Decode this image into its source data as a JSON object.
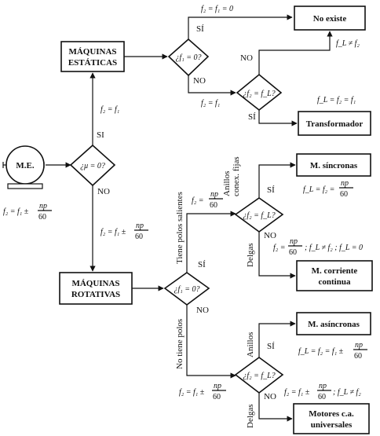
{
  "nodes": {
    "me": "M.E.",
    "maquinas_estaticas": [
      "MÁQUINAS",
      "ESTÁTICAS"
    ],
    "maquinas_rotativas": [
      "MÁQUINAS",
      "ROTATIVAS"
    ],
    "no_existe": "No existe",
    "transformador": "Transformador",
    "m_sincronas": "M. síncronas",
    "m_corriente_continua": [
      "M. corriente",
      "continua"
    ],
    "m_asincronas": "M. asíncronas",
    "motores_ca": [
      "Motores c.a.",
      "universales"
    ]
  },
  "decisions": {
    "mu": "¿μ = 0?",
    "f1_top": "¿f₁ = 0?",
    "f2_fl_top": "¿f₂ = f_L?",
    "f1_bottom": "¿f₁ = 0?",
    "f2_fl_mid": "¿f₂ = f_L?",
    "f2_fl_bottom": "¿f₂ = f_L?"
  },
  "answers": {
    "si": "SÍ",
    "no": "NO",
    "si_up": "SI"
  },
  "equations": {
    "f2_f1_0": "f₂ = f₁ = 0",
    "fl_ne_f2": "f_L ≠ f₂",
    "f2_eq_f1_a": "f₂ = f₁",
    "fl_f2_f1": "f_L = f₂ = f₁",
    "f2_eq_f1_b": "f₂ = f₁",
    "me_formula": "f₂ = f₁ ± np/60",
    "rot_formula": "f₂ = f₁ ± np/60",
    "salient": "f₂ = np/60",
    "sinc": "f_L = f₂ = np/60",
    "cc": "f₂ = np/60 ; f_L ≠ f₂ ; f_L = 0",
    "asinc": "f_L = f₂ = f₁ ± np/60",
    "no_salient": "f₂ = f₁ ± np/60",
    "universal": "f₂ = f₁ ± np/60 ; f_L ≠ f₂"
  },
  "branch_labels": {
    "tiene_polos": "Tiene polos salientes",
    "no_tiene_polos": "No tiene polos",
    "anillos_conex": [
      "Anillos",
      "conex. fijas"
    ],
    "delgas_1": "Delgas",
    "anillos_2": "Anillos",
    "delgas_2": "Delgas"
  }
}
